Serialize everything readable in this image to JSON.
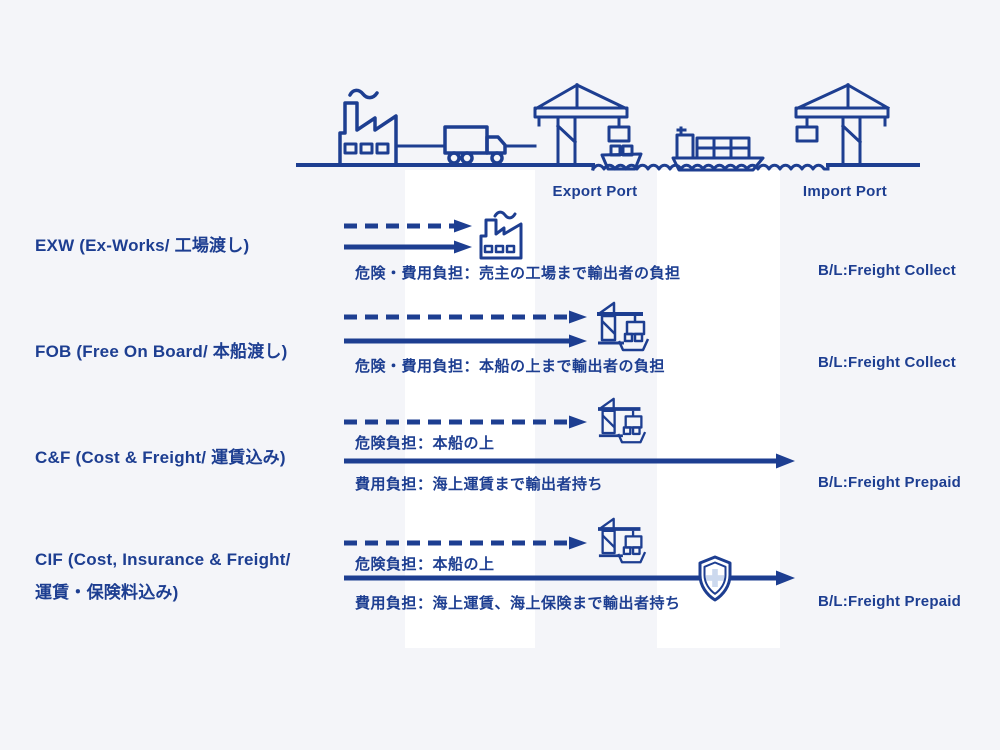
{
  "colors": {
    "navy": "#1d3e91",
    "background": "#f4f5f9",
    "band": "#ffffff",
    "shield-cross": "#ccd9ee"
  },
  "ports": {
    "export": "Export Port",
    "import": "Import Port"
  },
  "icons": {
    "factory": "factory-icon",
    "truck": "truck-icon",
    "export_crane": "export-crane-icon",
    "dock_ship": "dock-ship-icon",
    "cargo_ship": "cargo-ship-icon",
    "import_crane": "import-crane-icon",
    "port_crane_small": "port-crane-icon",
    "insurance_shield": "shield-icon"
  },
  "rows": [
    {
      "term": "EXW (Ex-Works/ 工場渡し)",
      "risk_cost_caption": "危険・費用負担：売主の工場まで輸出者の負担",
      "bl_status": "B/L:Freight Collect",
      "destination_icon": "factory-icon",
      "arrows": [
        "risk-dashed",
        "cost-solid"
      ]
    },
    {
      "term": "FOB (Free On Board/ 本船渡し)",
      "risk_cost_caption": "危険・費用負担：本船の上まで輸出者の負担",
      "bl_status": "B/L:Freight Collect",
      "destination_icon": "port-crane-icon",
      "arrows": [
        "risk-dashed",
        "cost-solid"
      ]
    },
    {
      "term": "C&F (Cost & Freight/ 運賃込み)",
      "risk_caption": "危険負担：本船の上",
      "cost_caption": "費用負担：海上運賃まで輸出者持ち",
      "bl_status": "B/L:Freight Prepaid",
      "destination_icon": "port-crane-icon",
      "arrows": [
        "risk-dashed",
        "cost-solid-long"
      ]
    },
    {
      "term_line1": "CIF (Cost, Insurance & Freight/",
      "term_line2": "運賃・保険料込み)",
      "risk_caption": "危険負担：本船の上",
      "cost_caption": "費用負担：海上運賃、海上保険まで輸出者持ち",
      "bl_status": "B/L:Freight Prepaid",
      "destination_icon": "port-crane-icon",
      "insurance_icon": "shield-icon",
      "arrows": [
        "risk-dashed",
        "cost-solid-long"
      ]
    }
  ]
}
